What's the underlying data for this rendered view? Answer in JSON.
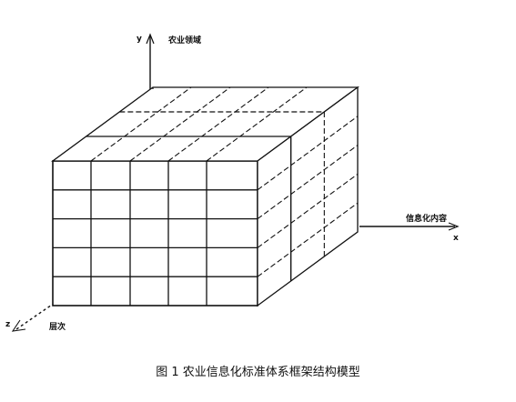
{
  "axes": {
    "y": {
      "letter": "y",
      "label": "农业领域"
    },
    "x": {
      "letter": "x",
      "label": "信息化内容"
    },
    "z": {
      "letter": "z",
      "label": "层次"
    }
  },
  "grid": {
    "columns": 5,
    "rows": 5,
    "depth_layers": 3
  },
  "caption": "图 1 农业信息化标准体系框架结构模型",
  "colors": {
    "line": "#111111",
    "background": "#ffffff"
  }
}
